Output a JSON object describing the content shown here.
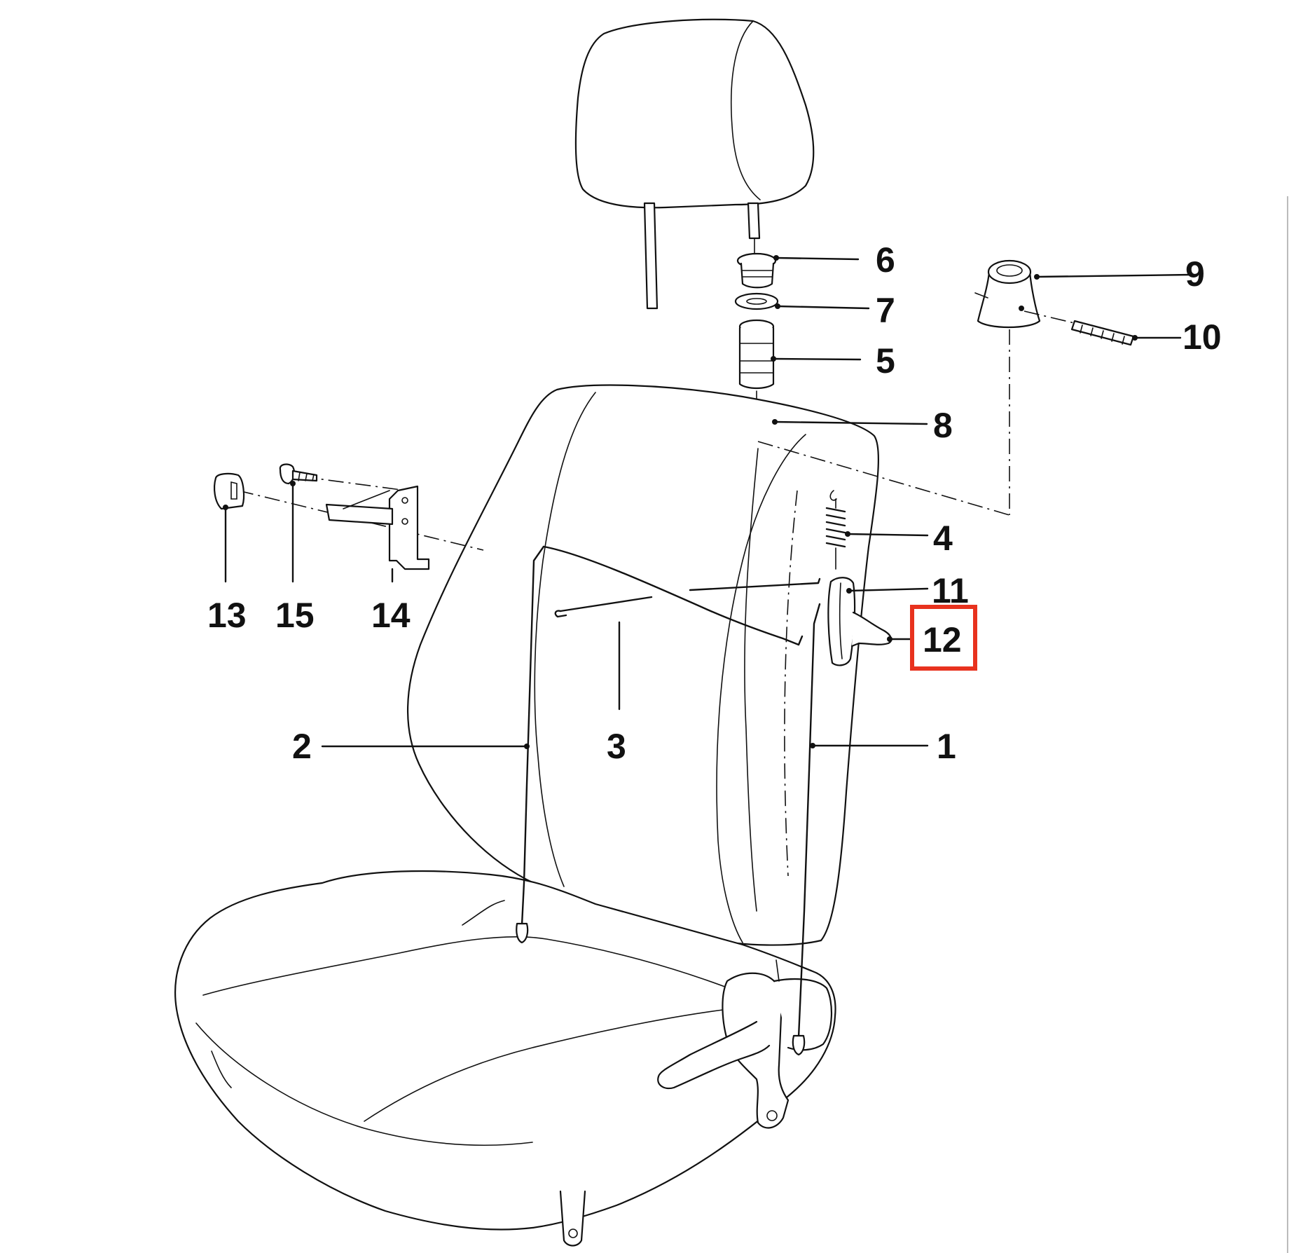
{
  "diagram": {
    "labels": {
      "l1": "1",
      "l2": "2",
      "l3": "3",
      "l4": "4",
      "l5": "5",
      "l6": "6",
      "l7": "7",
      "l8": "8",
      "l9": "9",
      "l10": "10",
      "l11": "11",
      "l12": "12",
      "l13": "13",
      "l14": "14",
      "l15": "15"
    },
    "highlighted_label": "12",
    "colors": {
      "line": "#111111",
      "highlight": "#e8321e",
      "background": "#ffffff"
    }
  }
}
